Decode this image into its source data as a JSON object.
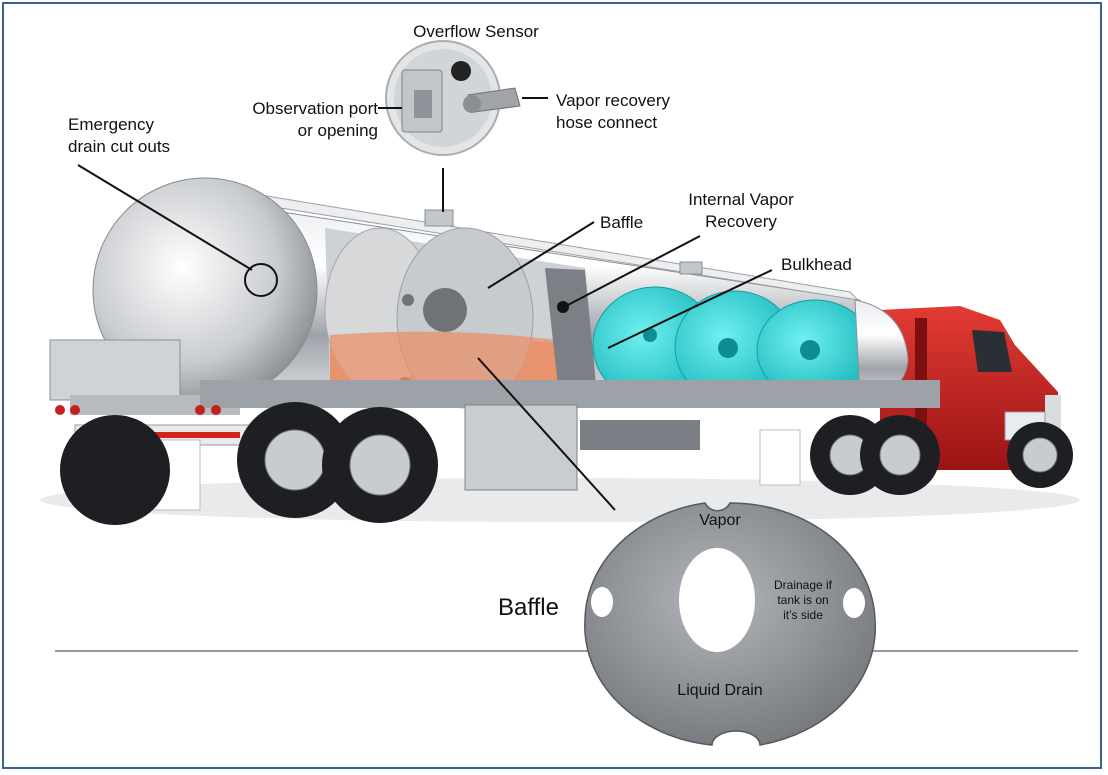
{
  "labels": {
    "overflow_sensor": "Overflow Sensor",
    "observation_port": "Observation port\nor opening",
    "vapor_recovery_hose": "Vapor recovery\nhose connect",
    "emergency_drain": "Emergency\ndrain cut outs",
    "internal_vapor_recovery": "Internal Vapor\nRecovery",
    "baffle": "Baffle",
    "bulkhead": "Bulkhead",
    "baffle_title": "Baffle",
    "vapor": "Vapor",
    "drainage": "Drainage if\ntank is on\nit’s side",
    "liquid_drain": "Liquid Drain"
  },
  "colors": {
    "border": "#3d5f8f",
    "liquid": "#e8906a",
    "compartment_fill": "#2ad1d4",
    "cab_red": "#c81e1e",
    "steel": "#b8bcc2",
    "baffle_disc": "#8c8f93"
  }
}
